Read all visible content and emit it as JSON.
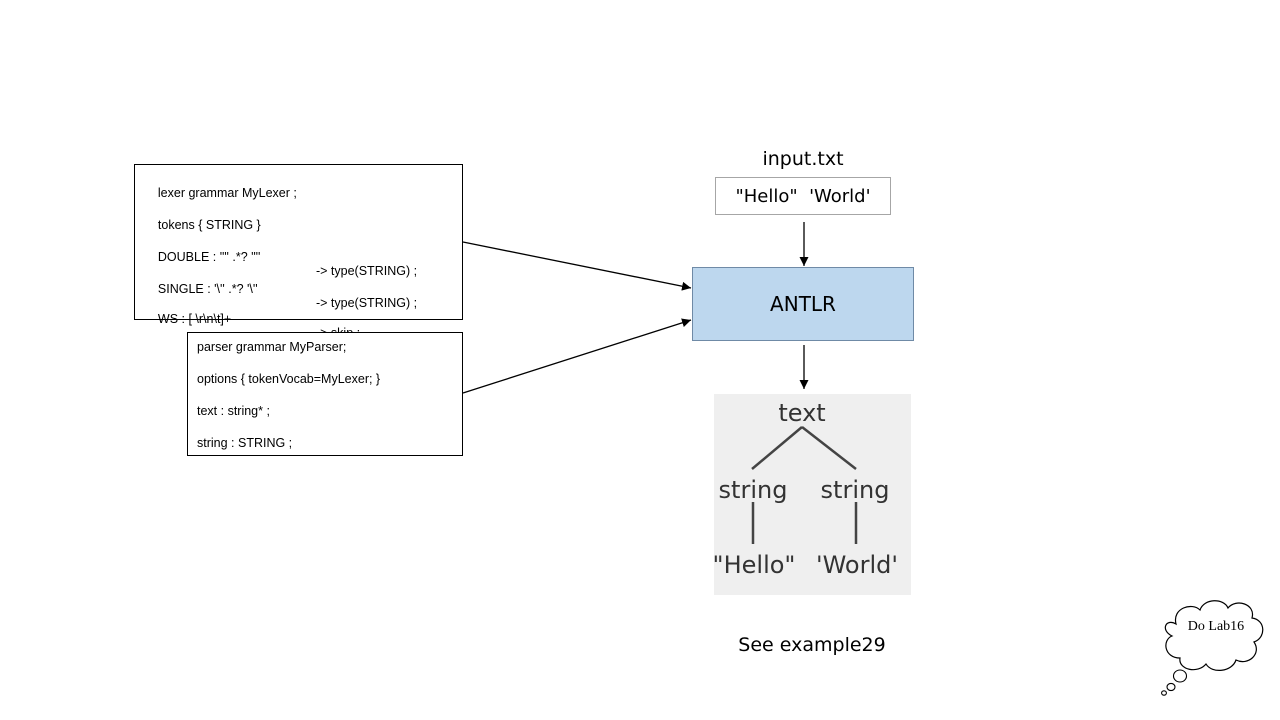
{
  "lexer": {
    "lines": [
      {
        "left": "lexer grammar MyLexer ;",
        "right": ""
      },
      {
        "left": "tokens { STRING }",
        "right": ""
      },
      {
        "left": "DOUBLE : '\"' .*? '\"'",
        "right": "-> type(STRING) ;"
      },
      {
        "left": "SINGLE : '\\'' .*? '\\''",
        "right": "-> type(STRING) ;"
      },
      {
        "left": "WS : [ \\r\\n\\t]+",
        "right": "-> skip ;"
      }
    ]
  },
  "parser": {
    "lines": [
      "parser grammar MyParser;",
      "options { tokenVocab=MyLexer; }",
      "text : string* ;",
      "string : STRING ;"
    ]
  },
  "input": {
    "filename": "input.txt",
    "content": "\"Hello\"  'World'"
  },
  "antlr": {
    "label": "ANTLR"
  },
  "tree": {
    "root": "text",
    "children": [
      "string",
      "string"
    ],
    "leaves": [
      "\"Hello\"",
      "'World'"
    ]
  },
  "see_example": "See example29",
  "thought_bubble": "Do Lab16"
}
